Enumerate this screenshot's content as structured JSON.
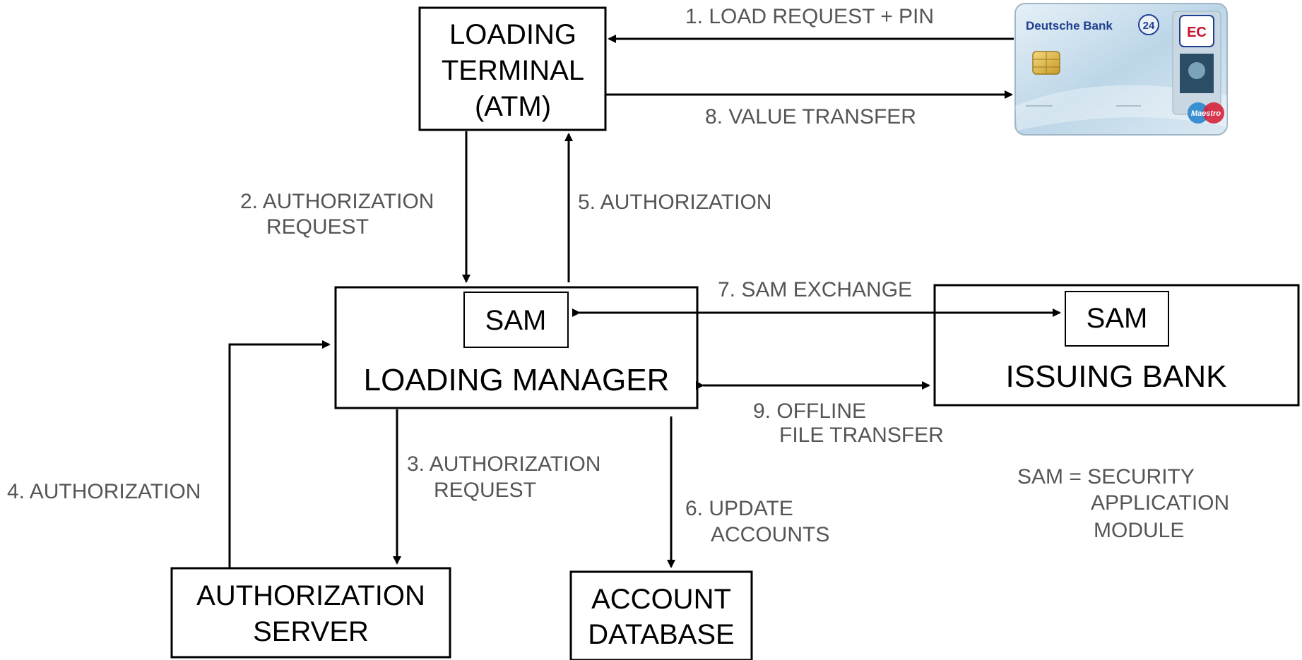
{
  "boxes": {
    "loading_terminal": [
      "LOADING",
      "TERMINAL",
      "(ATM)"
    ],
    "loading_manager": "LOADING MANAGER",
    "sam_manager": "SAM",
    "issuing_bank": "ISSUING BANK",
    "sam_bank": "SAM",
    "authorization_server": [
      "AUTHORIZATION",
      "SERVER"
    ],
    "account_database": [
      "ACCOUNT",
      "DATABASE"
    ]
  },
  "labels": {
    "step1": "1. LOAD REQUEST + PIN",
    "step2": [
      "2. AUTHORIZATION",
      "REQUEST"
    ],
    "step3": [
      "3. AUTHORIZATION",
      "REQUEST"
    ],
    "step4": "4. AUTHORIZATION",
    "step5": "5. AUTHORIZATION",
    "step6": [
      "6. UPDATE",
      "ACCOUNTS"
    ],
    "step7": "7. SAM EXCHANGE",
    "step8": "8. VALUE TRANSFER",
    "step9": [
      "9. OFFLINE",
      "FILE TRANSFER"
    ]
  },
  "legend": [
    "SAM = SECURITY",
    "APPLICATION",
    "MODULE"
  ],
  "card": {
    "bank_name": "Deutsche Bank",
    "bank_badge": "24",
    "ec_logo": "EC",
    "brand": "Maestro"
  },
  "colors": {
    "line": "#000000",
    "label": "#555555",
    "card_bg": "#cfe0ec",
    "maestro_blue": "#3a8fd0",
    "maestro_red": "#d6243b"
  }
}
